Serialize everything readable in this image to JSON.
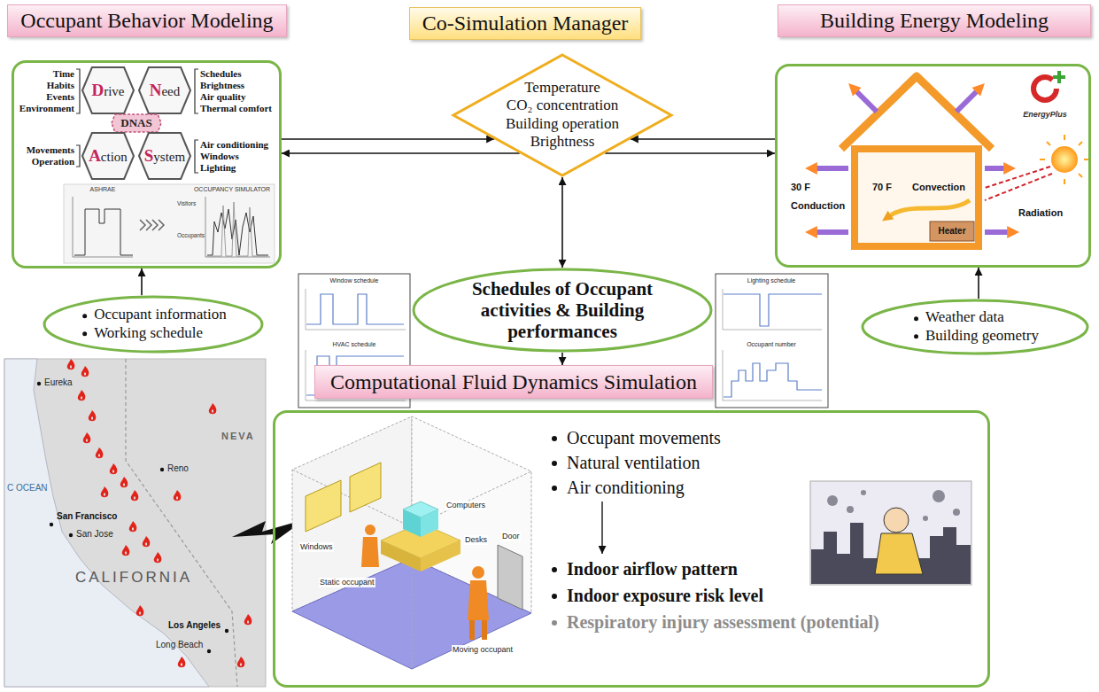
{
  "diagram": {
    "nodes": [
      {
        "text": [
          "Occupant Behavior Modeling"
        ]
      },
      {
        "text": [
          "Drive"
        ],
        "in": 0
      },
      {
        "text": [
          "Need"
        ],
        "in": 0
      },
      {
        "text": [
          "DNAS"
        ],
        "in": 0
      },
      {
        "text": [
          "Action"
        ],
        "in": 0
      },
      {
        "text": [
          "System"
        ],
        "in": 0
      },
      {
        "text": [
          "Co-Simulation Manager"
        ]
      },
      {
        "text": [
          "Building Energy Modeling"
        ]
      },
      {
        "text": [
          "Temperature",
          "CO₂ concentration",
          "Building operation",
          "Brightness"
        ]
      },
      {
        "text": [
          "Occupant information",
          "Working schedule"
        ]
      },
      {
        "text": [
          "Schedules of Occupant activities & Building performances"
        ]
      },
      {
        "text": [
          "Weather data",
          "Building geometry"
        ]
      },
      {
        "text": [
          "Computational Fluid Dynamics Simulation",
          "Occupant movements",
          "Natural ventilation",
          "Air conditioning",
          "Indoor airflow pattern",
          "Indoor exposure risk level",
          "Respiratory injury assessment (potential)"
        ]
      }
    ],
    "edges": [
      {
        "from": 0,
        "to": 8,
        "arrow": "to"
      },
      {
        "from": 8,
        "to": 0,
        "arrow": "to"
      },
      {
        "from": 7,
        "to": 8,
        "arrow": "to"
      },
      {
        "from": 8,
        "to": 7,
        "arrow": "to"
      },
      {
        "from": 8,
        "to": 10,
        "arrow": "both"
      },
      {
        "from": 9,
        "to": 0,
        "arrow": "to"
      },
      {
        "from": 11,
        "to": 7,
        "arrow": "to"
      },
      {
        "from": 10,
        "to": 12,
        "arrow": "to"
      }
    ],
    "labels": [
      "Time",
      "Habits",
      "Events",
      "Environment",
      "Movements",
      "Operation",
      "Schedules",
      "Brightness",
      "Air quality",
      "Thermal comfort",
      "Air conditioning",
      "Windows",
      "Lighting",
      "ASHRAE",
      "OCCUPANCY SIMULATOR",
      "Visitors",
      "Occupants",
      "EnergyPlus",
      "30 F",
      "70 F",
      "Convection",
      "Conduction",
      "Radiation",
      "Heater",
      "Window schedule",
      "HVAC schedule",
      "Lighting schedule",
      "Occupant number",
      "Eureka",
      "Reno",
      "NEVA",
      "C OCEAN",
      "San Francisco",
      "San Jose",
      "CALIFORNIA",
      "Los Angeles",
      "Long Beach",
      "Computers",
      "Desks",
      "Windows",
      "Static occupant",
      "Moving occupant",
      "Door"
    ]
  }
}
